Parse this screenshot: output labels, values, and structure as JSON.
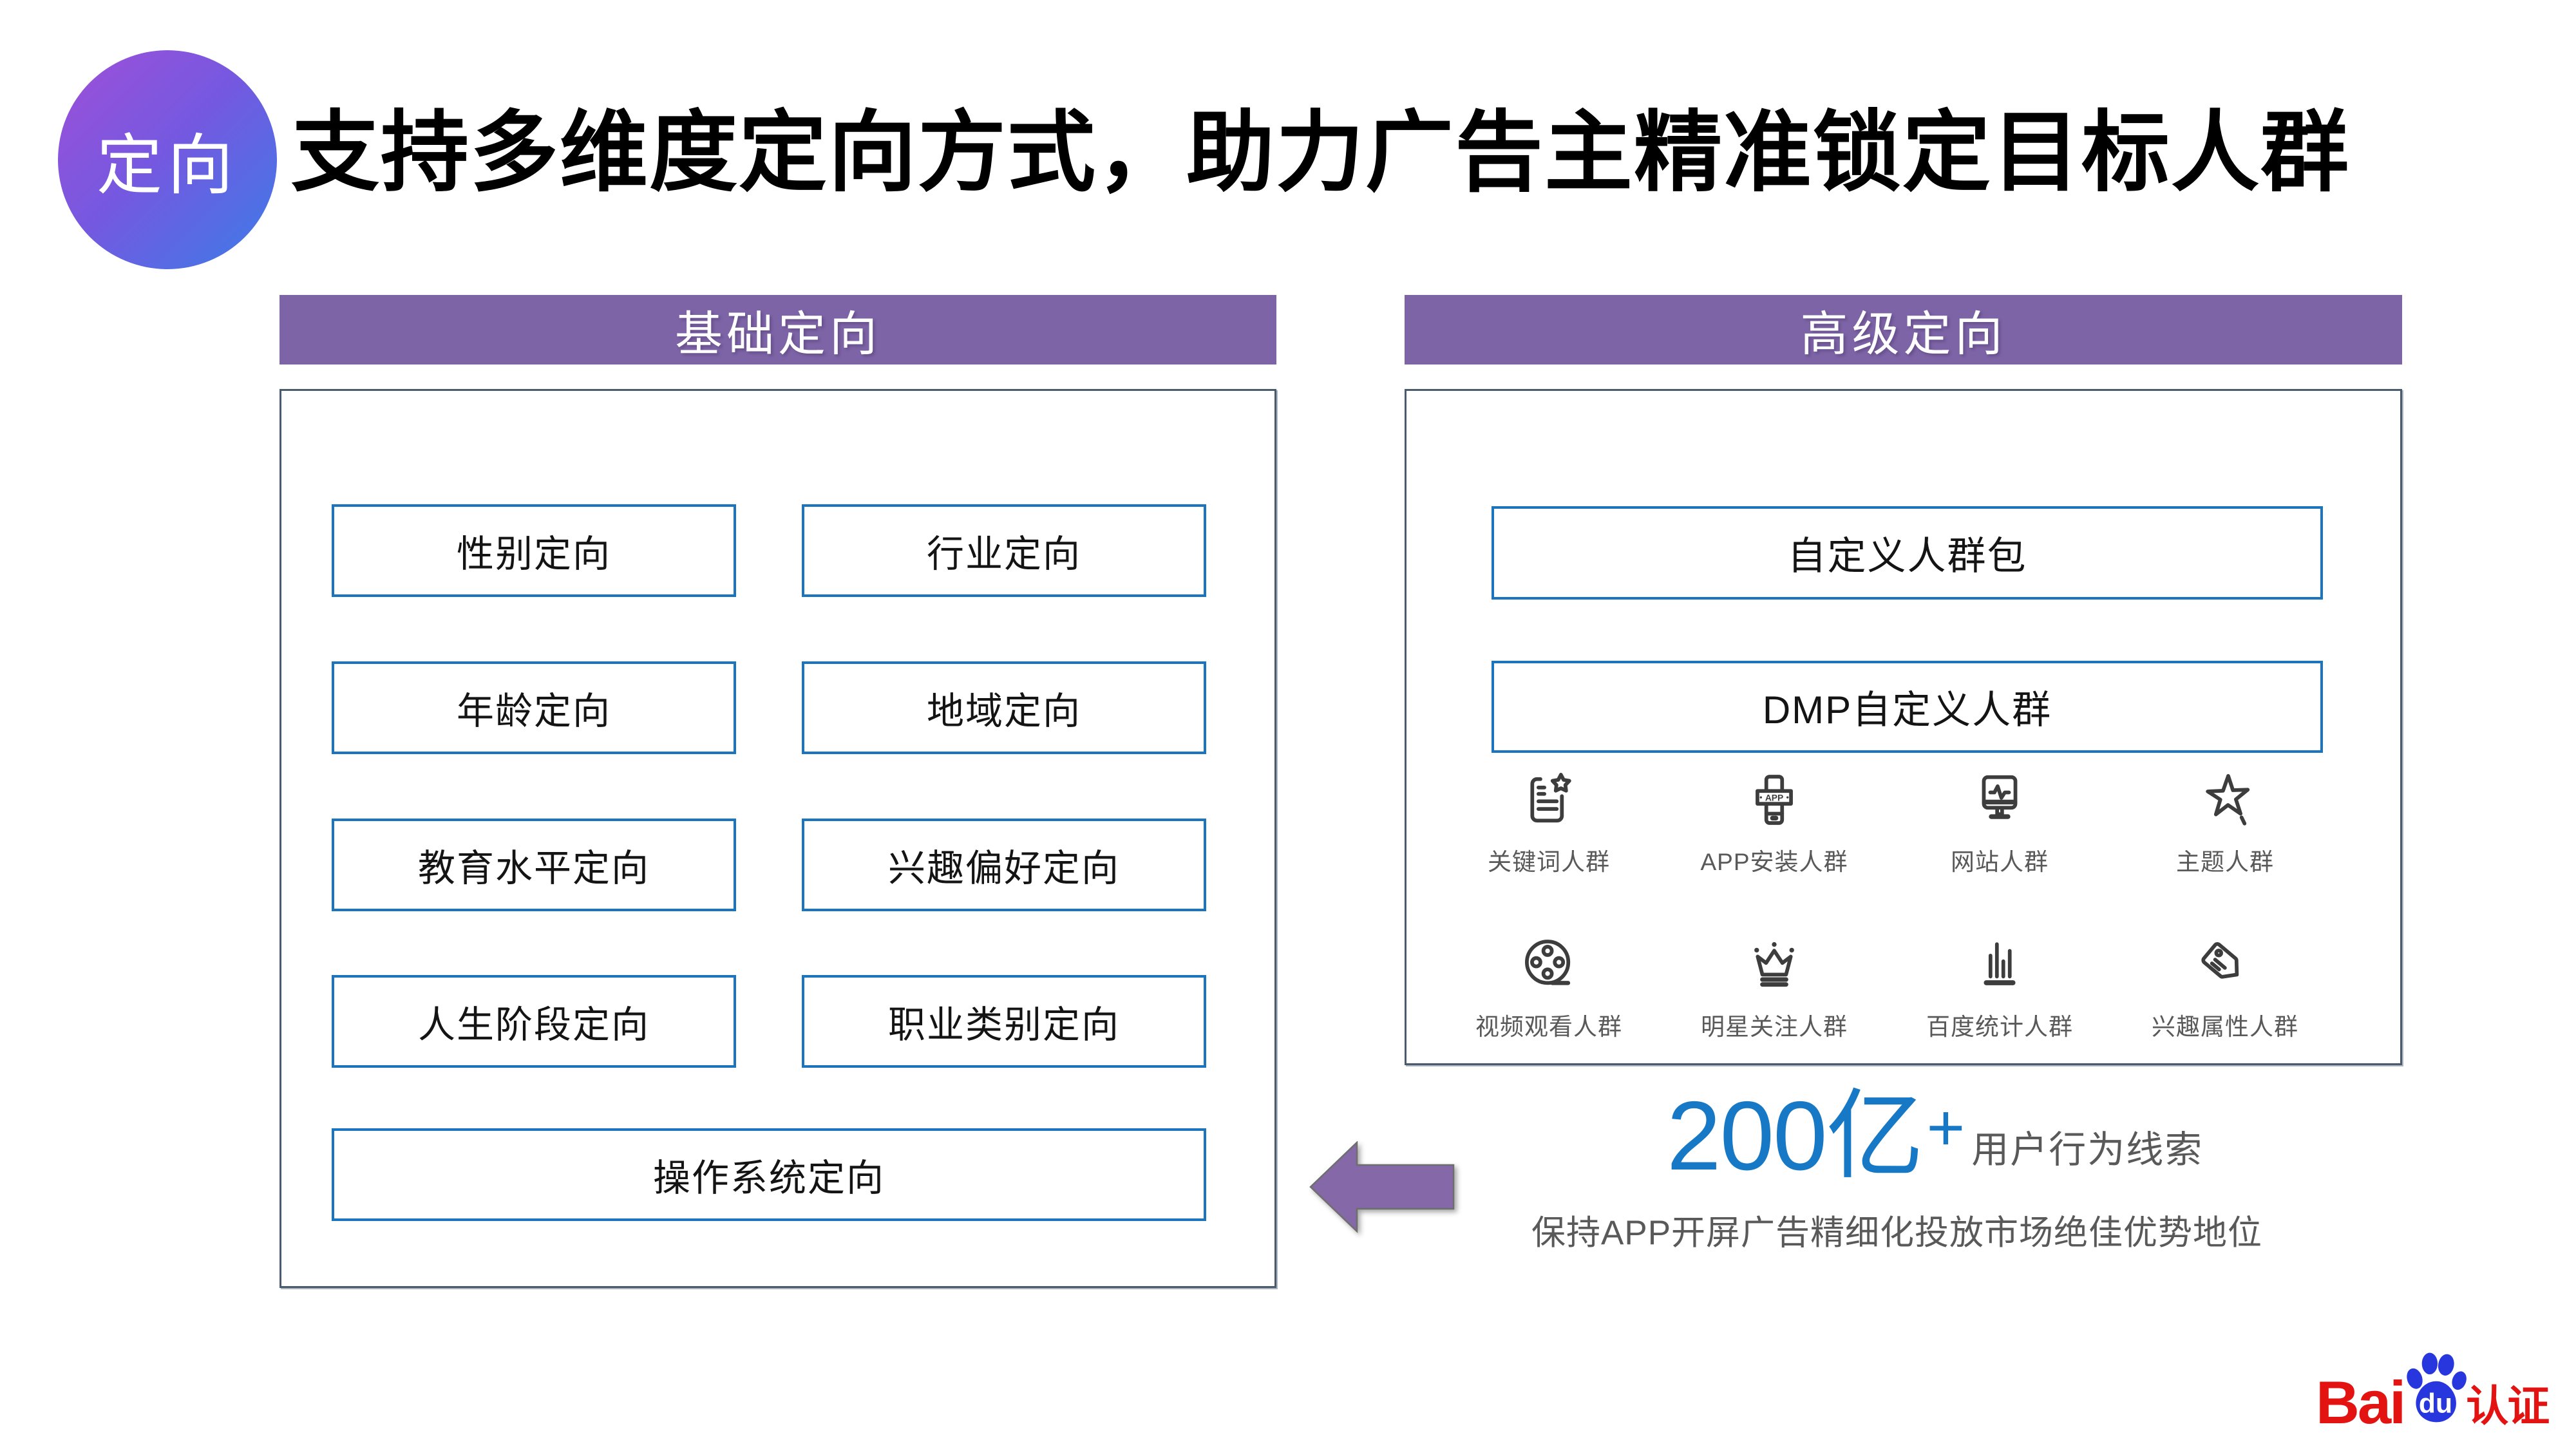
{
  "badge": {
    "label": "定向"
  },
  "title": "支持多维度定向方式，助力广告主精准锁定目标人群",
  "basic_panel": {
    "header": "基础定向",
    "boxes": [
      "性别定向",
      "行业定向",
      "年龄定向",
      "地域定向",
      "教育水平定向",
      "兴趣偏好定向",
      "人生阶段定向",
      "职业类别定向"
    ],
    "wide_box": "操作系统定向"
  },
  "advanced_panel": {
    "header": "高级定向",
    "boxes": [
      "自定义人群包",
      "DMP自定义人群"
    ],
    "icon_groups": [
      {
        "icon": "keyword-doc-icon",
        "label": "关键词人群"
      },
      {
        "icon": "app-install-icon",
        "label": "APP安装人群"
      },
      {
        "icon": "website-monitor-icon",
        "label": "网站人群"
      },
      {
        "icon": "theme-star-icon",
        "label": "主题人群"
      },
      {
        "icon": "video-reel-icon",
        "label": "视频观看人群"
      },
      {
        "icon": "crown-icon",
        "label": "明星关注人群"
      },
      {
        "icon": "stats-bars-icon",
        "label": "百度统计人群"
      },
      {
        "icon": "tag-icon",
        "label": "兴趣属性人群"
      }
    ],
    "app_icon_text": "APP"
  },
  "highlight": {
    "number": "200亿",
    "plus": "+",
    "suffix": "用户行为线索",
    "description": "保持APP开屏广告精细化投放市场绝佳优势地位"
  },
  "logo": {
    "bai": "Bai",
    "du": "du",
    "cert": "认证"
  },
  "colors": {
    "purple_bar": "#7D64A6",
    "box_border_blue": "#1B74BE",
    "panel_border": "#4A5B6E",
    "highlight_blue": "#1778C6",
    "arrow_purple": "#8468A8",
    "badge_gradient_start": "#A04FD8",
    "badge_gradient_end": "#3B7CE8",
    "label_gray": "#595959",
    "baidu_red": "#E21310",
    "baidu_blue": "#2836DE"
  }
}
